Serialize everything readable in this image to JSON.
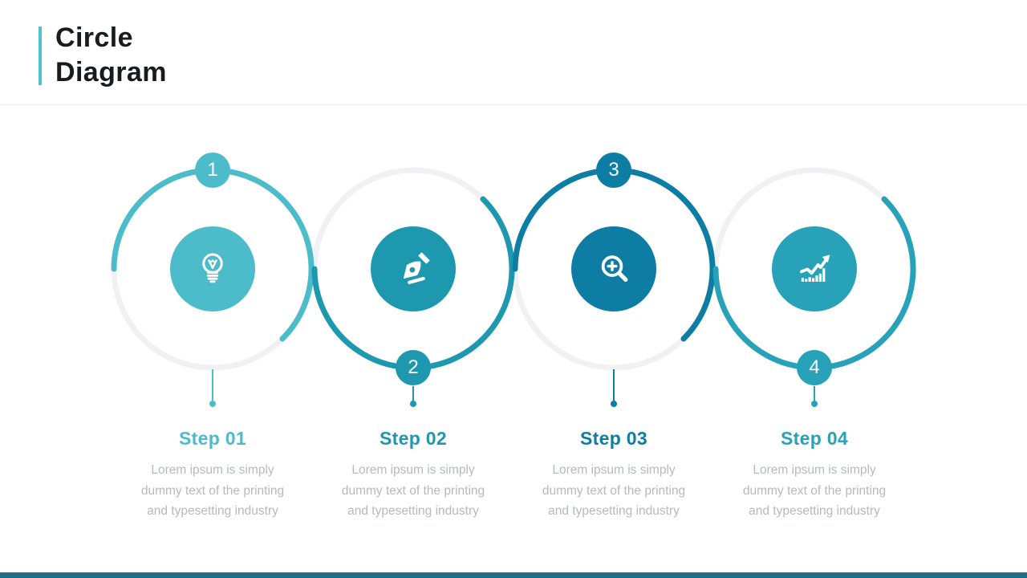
{
  "slide": {
    "title_line1": "Circle",
    "title_line2": "Diagram",
    "accent_color": "#4ec3ce",
    "footer_bar_color": "#1b7086",
    "ring_track_color": "#f1f1f4",
    "body_text_color": "#b4bac0"
  },
  "steps": [
    {
      "number": "1",
      "label": "Step 01",
      "color": "#4cbcca",
      "icon": "lightbulb-icon",
      "badge_position": "top",
      "description_lines": [
        "Lorem ipsum is simply",
        "dummy text of the printing",
        "and typesetting industry"
      ]
    },
    {
      "number": "2",
      "label": "Step 02",
      "color": "#1e98af",
      "icon": "pen-nib-icon",
      "badge_position": "bottom",
      "description_lines": [
        "Lorem ipsum is simply",
        "dummy text of the printing",
        "and typesetting industry"
      ]
    },
    {
      "number": "3",
      "label": "Step 03",
      "color": "#0d7da3",
      "icon": "magnifier-plus-icon",
      "badge_position": "top",
      "description_lines": [
        "Lorem ipsum is simply",
        "dummy text of the printing",
        "and typesetting industry"
      ]
    },
    {
      "number": "4",
      "label": "Step 04",
      "color": "#27a2b8",
      "icon": "growth-chart-icon",
      "badge_position": "bottom",
      "description_lines": [
        "Lorem ipsum is simply",
        "dummy text of the printing",
        "and typesetting industry"
      ]
    }
  ]
}
